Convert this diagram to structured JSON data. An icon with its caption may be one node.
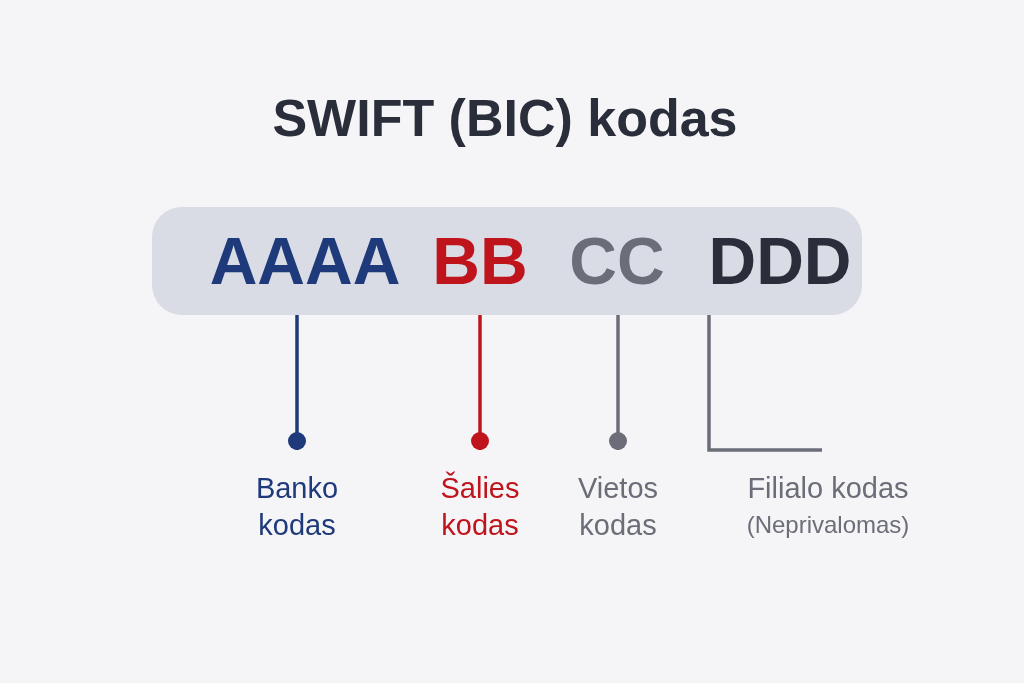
{
  "diagram": {
    "title": "SWIFT (BIC) kodas",
    "nodes": [
      {
        "text": [],
        "shape": "box"
      },
      {
        "text": [
          "AAAA"
        ],
        "in": 0
      },
      {
        "text": [
          "BB"
        ],
        "in": 0
      },
      {
        "text": [
          "CC"
        ],
        "in": 0
      },
      {
        "text": [
          "DDD"
        ],
        "in": 0
      },
      {
        "text": [
          "Banko kodas"
        ]
      },
      {
        "text": [
          "Šalies kodas"
        ]
      },
      {
        "text": [
          "Vietos kodas"
        ]
      },
      {
        "text": [
          "Filialo kodas",
          "(Neprivalomas)"
        ]
      }
    ],
    "edges": [
      {
        "from": 1,
        "to": 5,
        "arrow": "other",
        "color": "#1f3a7a"
      },
      {
        "from": 2,
        "to": 6,
        "arrow": "other",
        "color": "#c0141c"
      },
      {
        "from": 3,
        "to": 7,
        "arrow": "other",
        "color": "#6b6d78"
      },
      {
        "from": 4,
        "to": 8,
        "arrow": "none",
        "color": "#6b6d78"
      }
    ]
  }
}
